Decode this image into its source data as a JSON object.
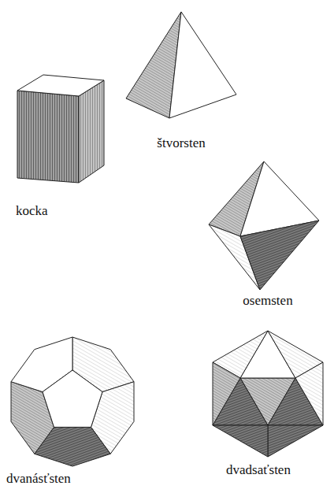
{
  "diagram": {
    "labels": [
      "štvorsten",
      "kocka",
      "osemsten",
      "dvanásťsten",
      "dvadsaťsten"
    ]
  }
}
